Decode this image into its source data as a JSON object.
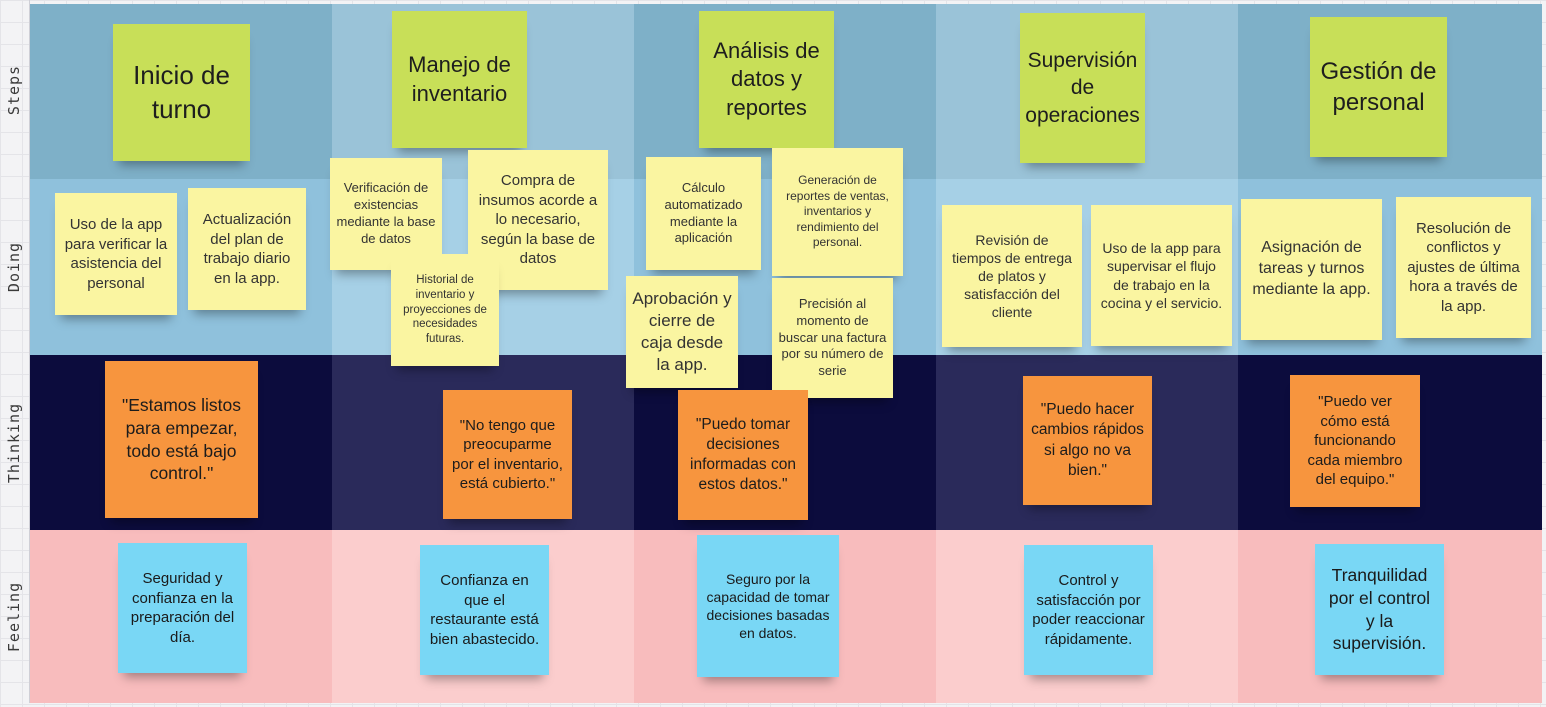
{
  "lanes": [
    {
      "label": "Steps",
      "color": "#7eb0c8"
    },
    {
      "label": "Doing",
      "color": "#8fc1dc"
    },
    {
      "label": "Thinking",
      "color": "#0c0c3d"
    },
    {
      "label": "Feeling",
      "color": "#f8bcbd"
    }
  ],
  "colors": {
    "steps_note": "#c8df58",
    "doing_note": "#faf5a1",
    "thinking_note": "#f7953e",
    "feeling_note": "#79d7f5"
  },
  "steps": [
    "Inicio de turno",
    "Manejo de inventario",
    "Análisis de datos y reportes",
    "Supervisión de operaciones",
    "Gestión de personal"
  ],
  "doing": [
    "Uso de la app para verificar la asistencia del personal",
    "Actualización del plan de trabajo diario en la app.",
    "Verificación de existencias mediante la base de datos",
    "Compra de insumos acorde a lo necesario, según la base de datos",
    "Historial de inventario y proyecciones de necesidades futuras.",
    "Cálculo automatizado mediante la aplicación",
    "Generación de reportes de ventas, inventarios y rendimiento del personal.",
    "Aprobación y cierre de caja desde la app.",
    "Precisión al momento de buscar una factura por su número de serie",
    "Revisión de tiempos de entrega de platos y satisfacción del cliente",
    "Uso de la app para supervisar el flujo de trabajo en la cocina y el servicio.",
    "Asignación de tareas y turnos mediante la app.",
    "Resolución de conflictos y ajustes de última hora a través de la app."
  ],
  "thinking": [
    "\"Estamos listos para empezar, todo está bajo control.\"",
    "\"No tengo que preocuparme por el inventario, está cubierto.\"",
    "\"Puedo tomar decisiones informadas con estos datos.\"",
    "\"Puedo hacer cambios rápidos si algo no va bien.\"",
    "\"Puedo ver cómo está funcionando cada miembro del equipo.\""
  ],
  "feeling": [
    "Seguridad y confianza en la preparación del día.",
    "Confianza en que el restaurante está bien abastecido.",
    "Seguro por la capacidad de tomar decisiones basadas en datos.",
    "Control y satisfacción por poder reaccionar rápidamente.",
    "Tranquilidad por el control y la supervisión."
  ]
}
